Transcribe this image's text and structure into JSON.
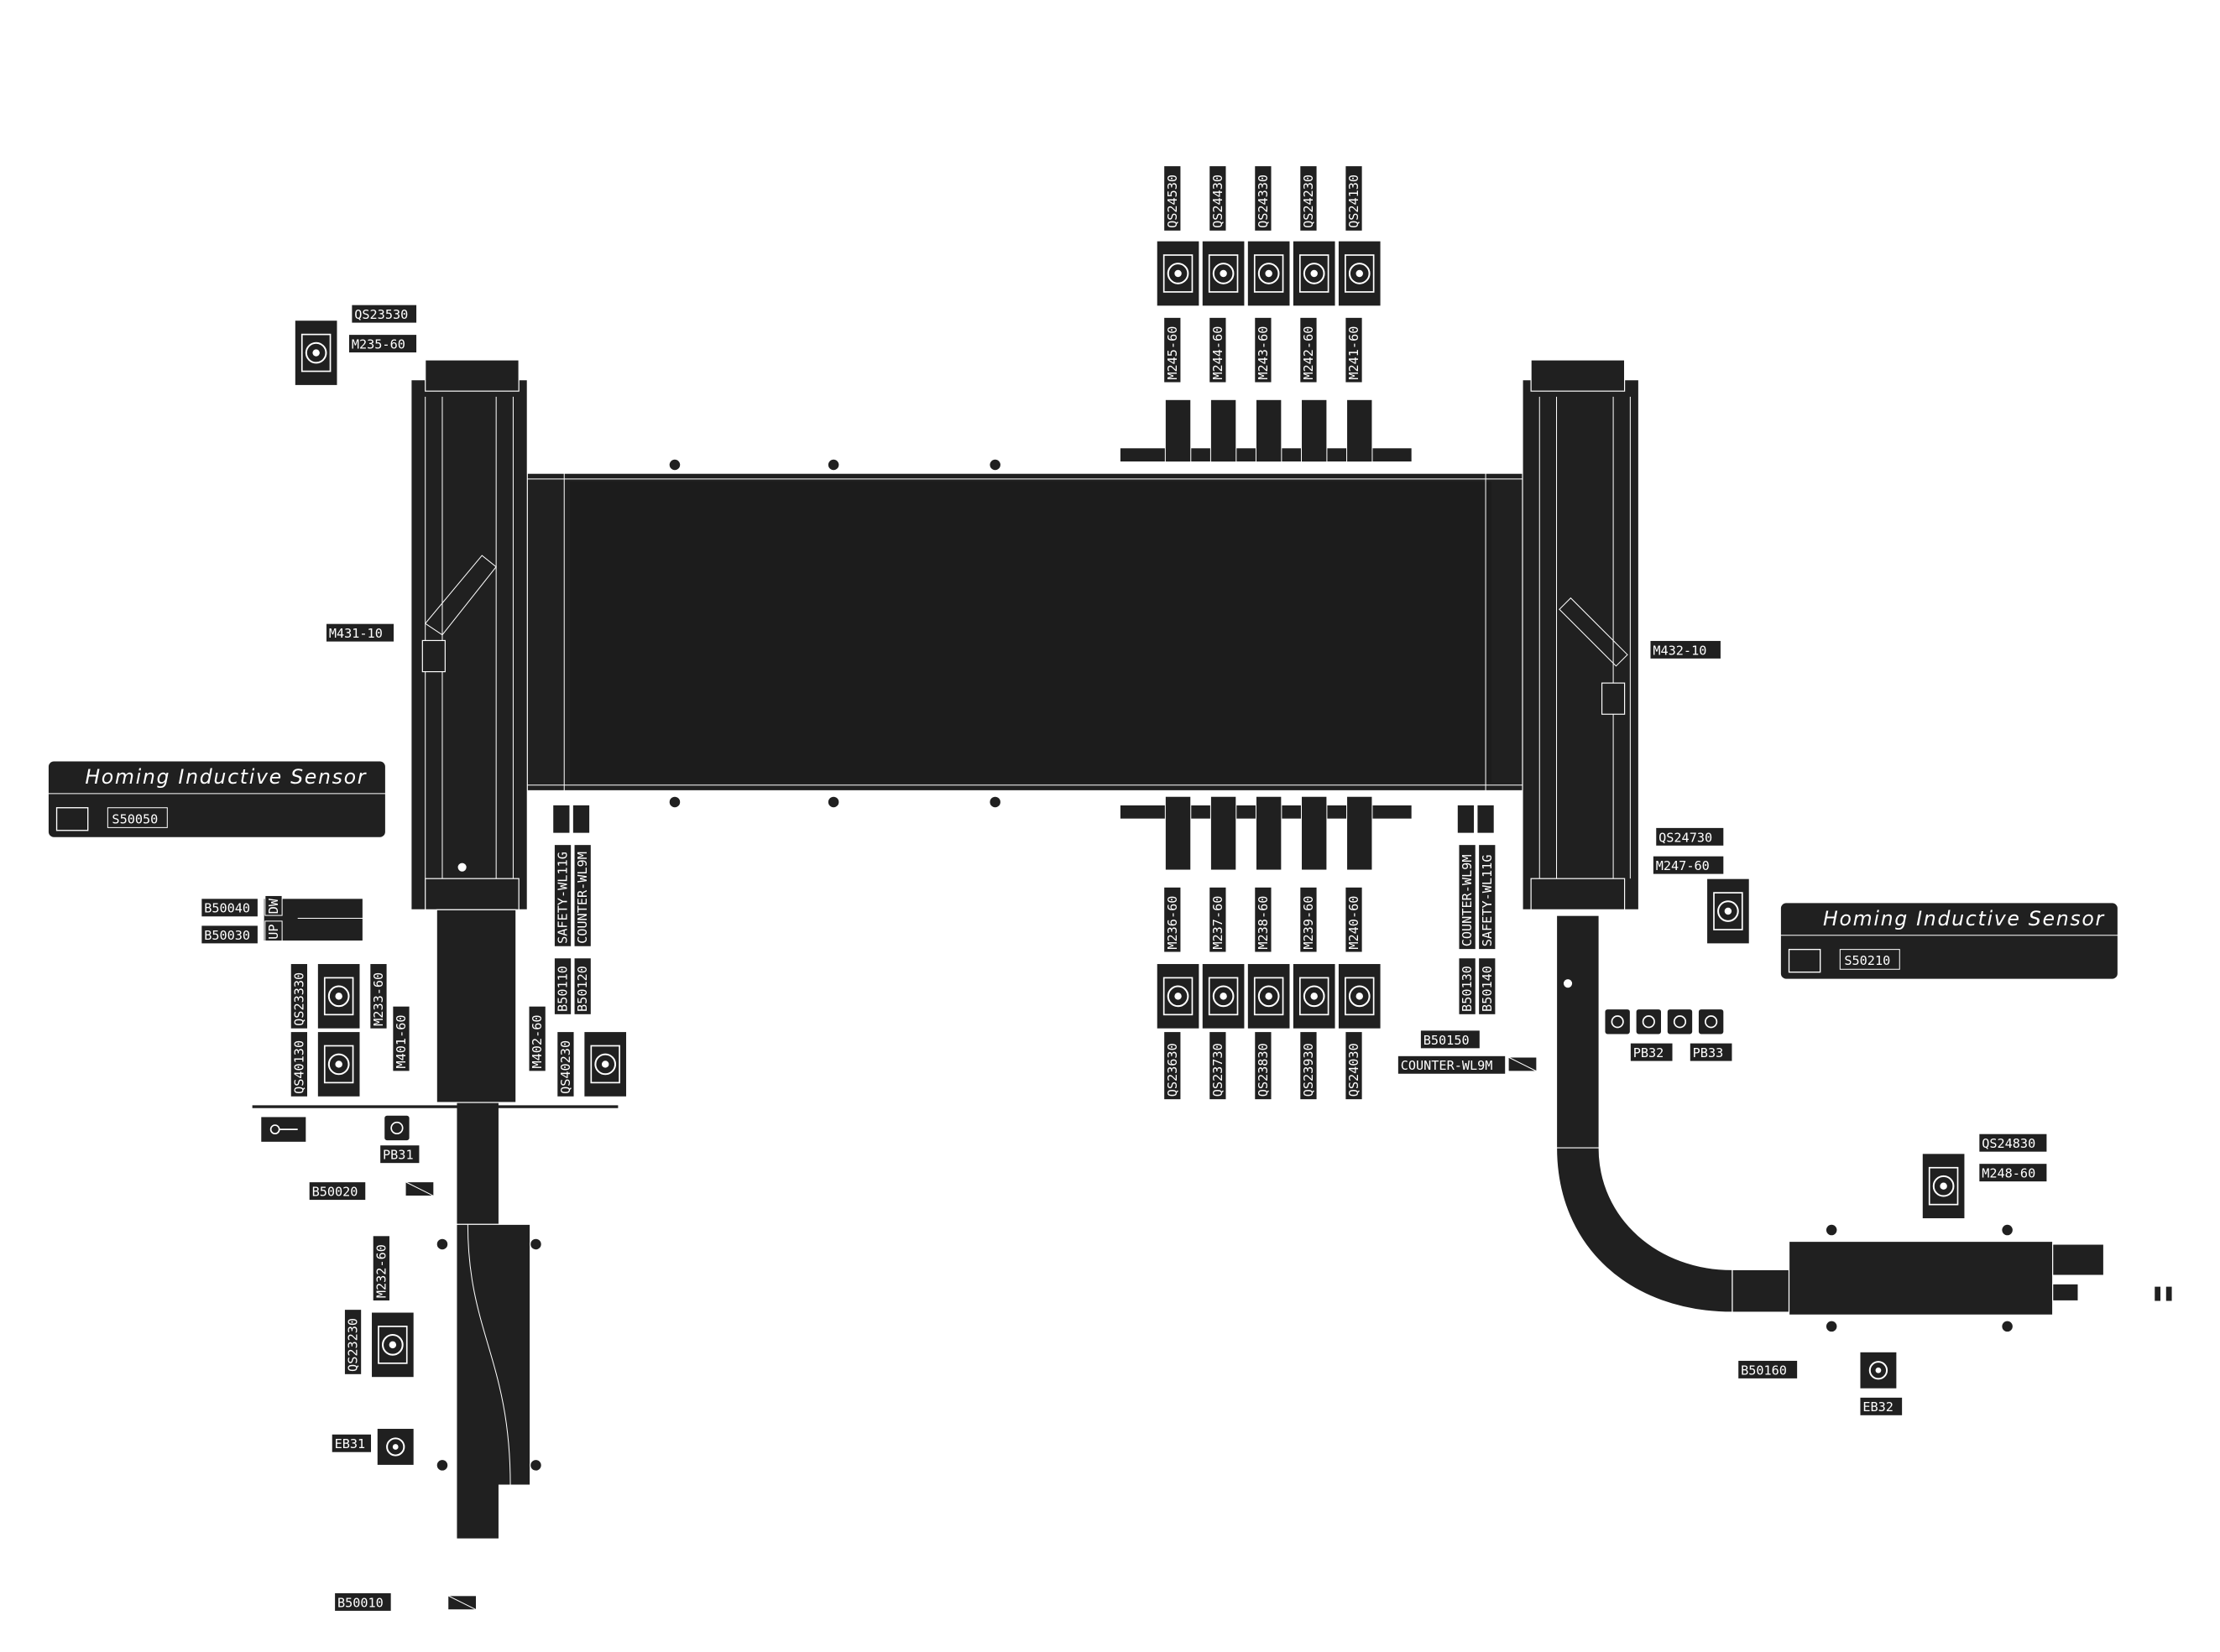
{
  "labels": {
    "qs23530": "QS23530",
    "m235": "M235-60",
    "m431": "M431-10",
    "m432": "M432-10",
    "qs24530": "QS24530",
    "qs24430": "QS24430",
    "qs24330": "QS24330",
    "qs24230": "QS24230",
    "qs24130": "QS24130",
    "m245": "M245-60",
    "m244": "M244-60",
    "m243": "M243-60",
    "m242": "M242-60",
    "m241": "M241-60",
    "m236": "M236-60",
    "m237": "M237-60",
    "m238": "M238-60",
    "m239": "M239-60",
    "m240": "M240-60",
    "qs23630": "QS23630",
    "qs23730": "QS23730",
    "qs23830": "QS23830",
    "qs23930": "QS23930",
    "qs24030": "QS24030",
    "safety_wl11g_left": "SAFETY-WL11G",
    "counter_wl9m_left": "COUNTER-WL9M",
    "counter_wl9m_right": "COUNTER-WL9M",
    "safety_wl11g_right": "SAFETY-WL11G",
    "b50110": "B50110",
    "b50120": "B50120",
    "b50130": "B50130",
    "b50140": "B50140",
    "b50150": "B50150",
    "counter_wl9m_bottom": "COUNTER-WL9M",
    "b50040": "B50040",
    "b50030": "B50030",
    "dw": "DW",
    "up": "UP",
    "qs23330": "QS23330",
    "qs40130": "QS40130",
    "m233": "M233-60",
    "m401": "M401-60",
    "m402": "M402-60",
    "qs40230": "QS40230",
    "pb31": "PB31",
    "b50020": "B50020",
    "m232": "M232-60",
    "qs23230": "QS23230",
    "eb31": "EB31",
    "b50010": "B50010",
    "qs24730": "QS24730",
    "m247": "M247-60",
    "pb32": "PB32",
    "pb33": "PB33",
    "qs24830": "QS24830",
    "m248": "M248-60",
    "b50160": "B50160",
    "eb32": "EB32"
  },
  "info_boxes": {
    "left": {
      "title": "Homing Inductive Sensor",
      "sensor": "S50050"
    },
    "right": {
      "title": "Homing Inductive Sensor",
      "sensor": "S50210"
    }
  },
  "icons": {
    "isolator_switch": "isolator-switch-icon",
    "push_button": "push-button-icon",
    "emergency_button": "emergency-stop-icon",
    "photo_sensor": "photo-eye-icon",
    "key_switch": "key-switch-icon"
  },
  "colors": {
    "ink": "#202020",
    "line": "#ffffff"
  }
}
